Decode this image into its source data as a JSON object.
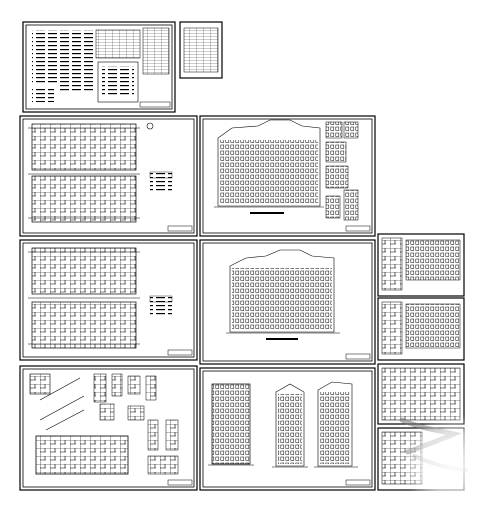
{
  "sheets": [
    {
      "id": "design-notes"
    },
    {
      "id": "door-window-table"
    },
    {
      "id": "floor-plan-1"
    },
    {
      "id": "elevation-front"
    },
    {
      "id": "floor-plan-2"
    },
    {
      "id": "elevation-rear"
    },
    {
      "id": "site-and-details"
    },
    {
      "id": "side-elevations"
    },
    {
      "id": "detail-sheet-1"
    },
    {
      "id": "detail-sheet-2"
    },
    {
      "id": "detail-sheet-3"
    },
    {
      "id": "detail-sheet-4"
    }
  ],
  "colors": {
    "ink": "#000000",
    "paper": "#ffffff"
  },
  "watermark": {
    "icon": "brush-stroke-watermark"
  }
}
